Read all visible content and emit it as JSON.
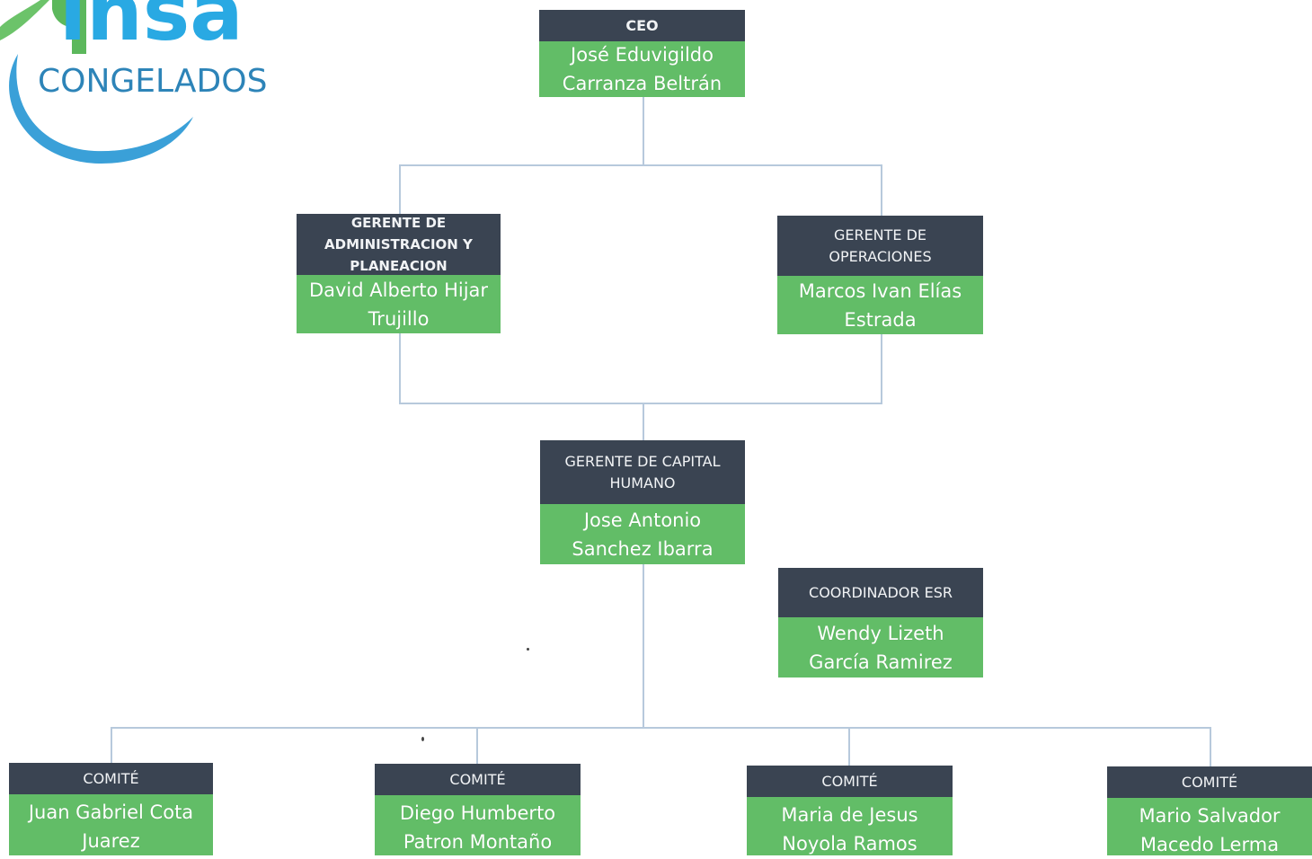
{
  "logo": {
    "brand": "insa",
    "subtitle": "CONGELADOS"
  },
  "nodes": {
    "ceo": {
      "title": "CEO",
      "name_line1": "José Eduvigildo",
      "name_line2": "Carranza Beltrán"
    },
    "admin": {
      "title_line1": "GERENTE DE",
      "title_line2": "ADMINISTRACION Y",
      "title_line3": "PLANEACION",
      "name_line1": "David Alberto Hijar",
      "name_line2": "Trujillo"
    },
    "operaciones": {
      "title_line1": "GERENTE DE",
      "title_line2": "OPERACIONES",
      "name_line1": "Marcos Ivan Elías",
      "name_line2": "Estrada"
    },
    "capital_humano": {
      "title_line1": "GERENTE DE CAPITAL",
      "title_line2": "HUMANO",
      "name_line1": "Jose Antonio",
      "name_line2": "Sanchez Ibarra"
    },
    "coordinador": {
      "title": "COORDINADOR ESR",
      "name_line1": "Wendy Lizeth",
      "name_line2": "García Ramirez"
    },
    "comite1": {
      "title": "COMITÉ",
      "name_line1": "Juan Gabriel Cota",
      "name_line2": "Juarez"
    },
    "comite2": {
      "title": "COMITÉ",
      "name_line1": "Diego Humberto",
      "name_line2": "Patron Montaño"
    },
    "comite3": {
      "title": "COMITÉ",
      "name_line1": "Maria de Jesus",
      "name_line2": "Noyola Ramos"
    },
    "comite4": {
      "title": "COMITÉ",
      "name_line1": "Mario Salvador",
      "name_line2": "Macedo Lerma"
    }
  },
  "colors": {
    "header": "#3a4452",
    "body": "#62bd67",
    "connector": "#b7c9dc",
    "logo_blue": "#2d84b8",
    "logo_green": "#5cb85c"
  }
}
